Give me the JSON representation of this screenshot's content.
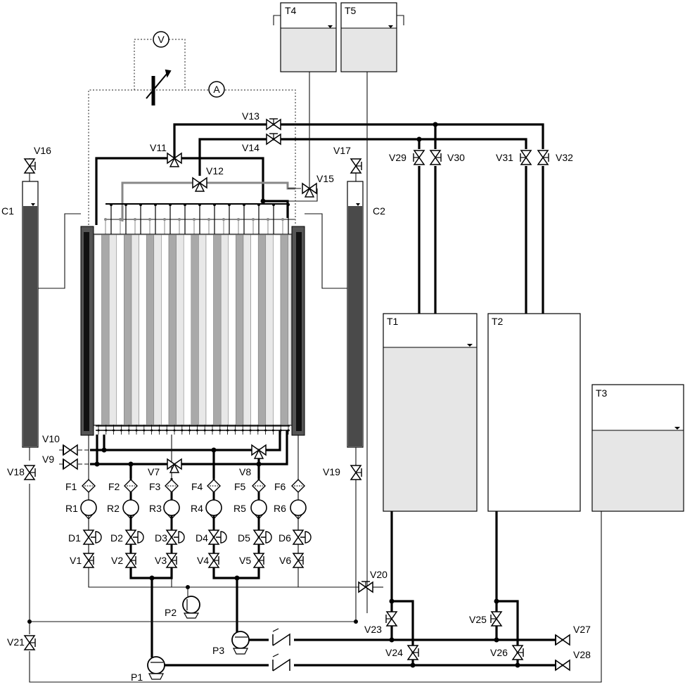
{
  "tanks": {
    "t1": "T1",
    "t2": "T2",
    "t3": "T3",
    "t4": "T4",
    "t5": "T5"
  },
  "columns": {
    "c1": "C1",
    "c2": "C2"
  },
  "pumps": {
    "p1": "P1",
    "p2": "P2",
    "p3": "P3"
  },
  "meters": {
    "voltmeter": "V",
    "ammeter": "A"
  },
  "valves": {
    "v1": "V1",
    "v2": "V2",
    "v3": "V3",
    "v4": "V4",
    "v5": "V5",
    "v6": "V6",
    "v7": "V7",
    "v8": "V8",
    "v9": "V9",
    "v10": "V10",
    "v11": "V11",
    "v12": "V12",
    "v13": "V13",
    "v14": "V14",
    "v15": "V15",
    "v16": "V16",
    "v17": "V17",
    "v18": "V18",
    "v19": "V19",
    "v20": "V20",
    "v21": "V21",
    "v23": "V23",
    "v24": "V24",
    "v25": "V25",
    "v26": "V26",
    "v27": "V27",
    "v28": "V28",
    "v29": "V29",
    "v30": "V30",
    "v31": "V31",
    "v32": "V32"
  },
  "filters": {
    "f1": "F1",
    "f2": "F2",
    "f3": "F3",
    "f4": "F4",
    "f5": "F5",
    "f6": "F6"
  },
  "rotameters": {
    "r1": "R1",
    "r2": "R2",
    "r3": "R3",
    "r4": "R4",
    "r5": "R5",
    "r6": "R6"
  },
  "diaphragm_valves": {
    "d1": "D1",
    "d2": "D2",
    "d3": "D3",
    "d4": "D4",
    "d5": "D5",
    "d6": "D6"
  },
  "colors": {
    "line": "#000000",
    "gray_line": "#888888",
    "liquid": "#e6e6e6",
    "column_fill": "#4a4a4a"
  }
}
